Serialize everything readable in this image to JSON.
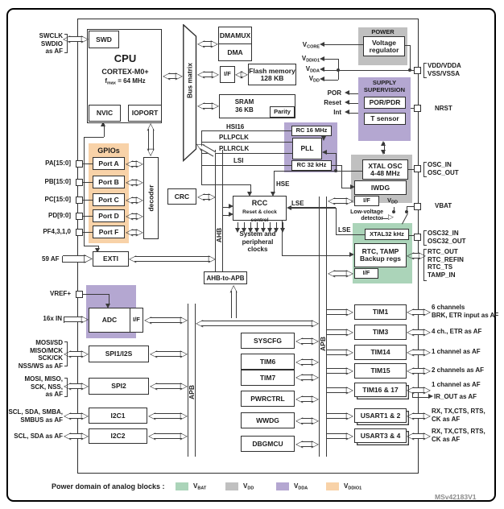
{
  "colors": {
    "vbat_green": "#abd4b9",
    "vdd_gray": "#c0c0c0",
    "vdda_purple": "#b4a7d1",
    "vddio1_orange": "#f8d2a8"
  },
  "watermark": "MSv42183V1",
  "legend": {
    "title": "Power domain of analog blocks :",
    "items": [
      {
        "b": "V",
        "s": "BAT"
      },
      {
        "b": "V",
        "s": "DD"
      },
      {
        "b": "V",
        "s": "DDA"
      },
      {
        "b": "V",
        "s": "DDIO1"
      }
    ]
  },
  "cpu": {
    "swd": "SWD",
    "title": "CPU",
    "core": "CORTEX-M0+",
    "fmax_b": "f",
    "fmax_s": "max",
    "fmax_r": " = 64 MHz",
    "nvic": "NVIC",
    "ioport": "IOPORT",
    "swd_pins": "SWCLK\nSWDIO\nas AF"
  },
  "buses": {
    "bus_matrix": "Bus matrix",
    "ahb": "AHB",
    "apb_left": "APB",
    "apb_right": "APB",
    "bridge": "AHB-to-APB"
  },
  "mem": {
    "dmamux": "DMAMUX",
    "dma": "DMA",
    "if_flash": "I/F",
    "flash": "Flash memory\n128 KB",
    "sram": "SRAM\n36 KB",
    "parity": "Parity"
  },
  "power": {
    "title": "POWER",
    "vreg": "Voltage\nregulator",
    "vcore": {
      "b": "V",
      "s": "CORE"
    },
    "vddio1": {
      "b": "V",
      "s": "DDIO1"
    },
    "vdda": {
      "b": "V",
      "s": "DDA"
    },
    "vdd": {
      "b": "V",
      "s": "DD"
    }
  },
  "supply": {
    "title": "SUPPLY\nSUPERVISION",
    "porpdr": "POR/PDR",
    "tsensor": "T sensor",
    "por": "POR",
    "reset": "Reset",
    "int": "Int"
  },
  "clocks": {
    "rc16": "RC 16 MHz",
    "pll": "PLL",
    "rc32": "RC 32 kHz",
    "hsi16": "HSI16",
    "pllpclk": "PLLPCLK",
    "pllrclk": "PLLRCLK",
    "lsi": "LSI",
    "hse": "HSE",
    "lse": "LSE",
    "lse2": "LSE",
    "rcc_title": "RCC",
    "rcc_sub": "Reset & clock control",
    "sys_clocks": "System and\nperipheral\nclocks",
    "xtal": "XTAL OSC\n4-48 MHz",
    "iwdg": "IWDG",
    "if1": "I/F",
    "xtal32": "XTAL32 kHz",
    "lvd": "Low-voltage\ndetector",
    "vdd_sw": {
      "b": "V",
      "s": "DD"
    }
  },
  "rtc": {
    "block": "RTC, TAMP\nBackup regs",
    "if2": "I/F",
    "pins": "RTC_OUT\nRTC_REFIN\nRTC_TS\nTAMP_IN"
  },
  "gpio": {
    "title": "GPIOs",
    "ports": [
      "Port A",
      "Port B",
      "Port C",
      "Port D",
      "Port F"
    ],
    "pins": [
      "PA[15:0]",
      "PB[15:0]",
      "PC[15:0]",
      "PD[9:0]",
      "PF4,3,1,0"
    ],
    "decoder": "decoder"
  },
  "exti": {
    "label": "EXTI",
    "af": "59 AF"
  },
  "crc": "CRC",
  "adc": {
    "vref": "VREF+",
    "in": "16x IN",
    "label": "ADC",
    "if3": "I/F"
  },
  "left_periph": {
    "spi1": "SPI1/I2S",
    "spi1_pins": "MOSI/SD\nMISO/MCK\nSCK/CK\nNSS/WS as AF",
    "spi2": "SPI2",
    "spi2_pins": "MOSI, MISO,\nSCK, NSS,\nas AF",
    "i2c1": "I2C1",
    "i2c1_pins": "SCL, SDA, SMBA,\nSMBUS as AF",
    "i2c2": "I2C2",
    "i2c2_pins": "SCL, SDA as AF"
  },
  "center_periph": {
    "syscfg": "SYSCFG",
    "tim6": "TIM6",
    "tim7": "TIM7",
    "pwrctrl": "PWRCTRL",
    "wwdg": "WWDG",
    "dbgmcu": "DBGMCU"
  },
  "right_periph": {
    "tim1": "TIM1",
    "tim1_ann": "6 channels\nBRK, ETR input as AF",
    "tim3": "TIM3",
    "tim3_ann": "4 ch., ETR as AF",
    "tim14": "TIM14",
    "tim14_ann": "1 channel as AF",
    "tim15": "TIM15",
    "tim15_ann": "2 channels as AF",
    "tim16": "TIM16 & 17",
    "tim16_ann": "1 channel as AF",
    "ir_ann": "IR_OUT as AF",
    "usart12": "USART1 & 2",
    "usart12_ann": "RX, TX,CTS, RTS,\nCK as AF",
    "usart34": "USART3 & 4",
    "usart34_ann": "RX, TX,CTS, RTS,\nCK as AF"
  },
  "right_pins": {
    "vdd": "VDD/VDDA\nVSS/VSSA",
    "nrst": "NRST",
    "osc": "OSC_IN\nOSC_OUT",
    "vbat": "VBAT",
    "osc32": "OSC32_IN\nOSC32_OUT"
  }
}
